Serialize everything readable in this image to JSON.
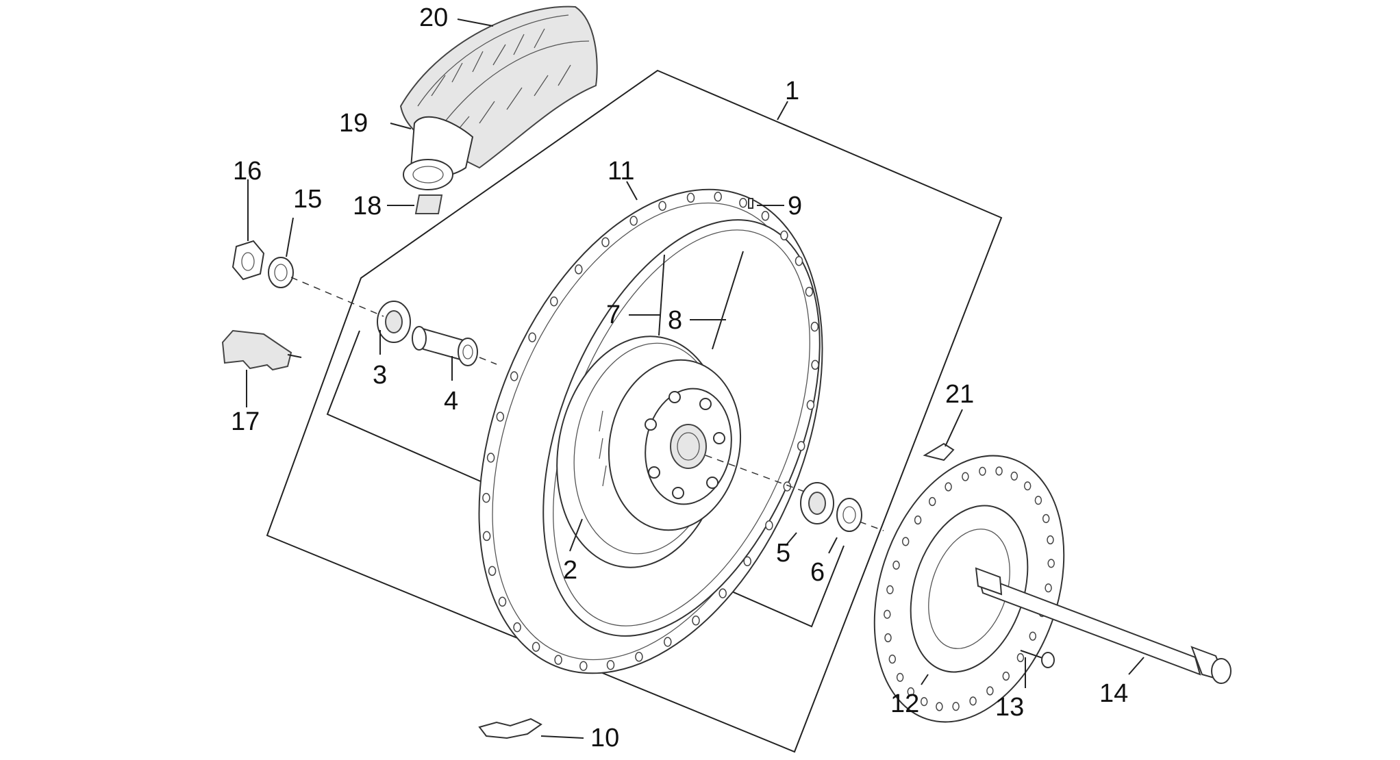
{
  "diagram": {
    "callouts": [
      {
        "id": "1",
        "text": "1"
      },
      {
        "id": "2",
        "text": "2"
      },
      {
        "id": "3",
        "text": "3"
      },
      {
        "id": "4",
        "text": "4"
      },
      {
        "id": "5",
        "text": "5"
      },
      {
        "id": "6",
        "text": "6"
      },
      {
        "id": "7",
        "text": "7"
      },
      {
        "id": "8",
        "text": "8"
      },
      {
        "id": "9",
        "text": "9"
      },
      {
        "id": "10",
        "text": "10"
      },
      {
        "id": "11",
        "text": "11"
      },
      {
        "id": "12",
        "text": "12"
      },
      {
        "id": "13",
        "text": "13"
      },
      {
        "id": "14",
        "text": "14"
      },
      {
        "id": "15",
        "text": "15"
      },
      {
        "id": "16",
        "text": "16"
      },
      {
        "id": "17",
        "text": "17"
      },
      {
        "id": "18",
        "text": "18"
      },
      {
        "id": "19",
        "text": "19"
      },
      {
        "id": "20",
        "text": "20"
      },
      {
        "id": "21",
        "text": "21"
      }
    ],
    "colors": {
      "ink": "#222222",
      "tire_fill": "#e6e6e6",
      "background": "#ffffff"
    }
  }
}
